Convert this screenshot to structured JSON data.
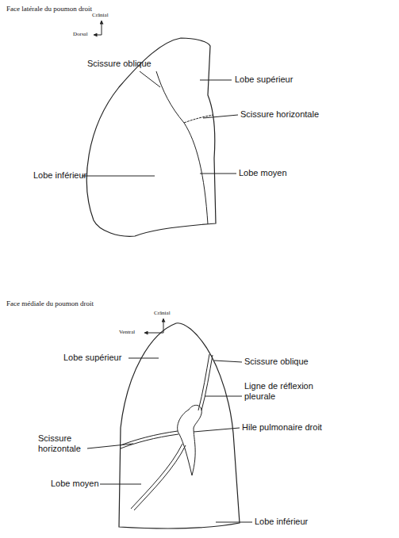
{
  "diagram": {
    "labels": [
      "Face latérale du poumon droit",
      "Crânial",
      "Dorsal",
      "Lobe supérieur",
      "Scissure oblique",
      "Scissure horizontale",
      "Lobe inférieur",
      "Lobe moyen",
      "Face médiale du poumon droit",
      "Crânial",
      "Ventral",
      "Lobe supérieur",
      "Scissure oblique",
      "Ligne de réflexion pleurale",
      "Scissure horizontale",
      "Hile pulmonaire droit",
      "Lobe moyen",
      "Lobe inférieur"
    ]
  }
}
